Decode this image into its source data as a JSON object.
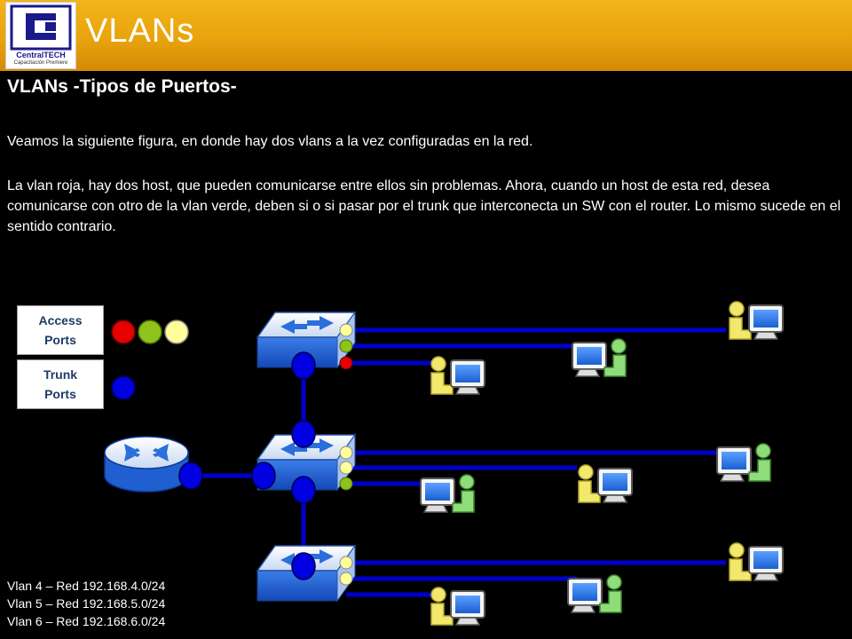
{
  "header": {
    "title": "VLANs",
    "logo_text": "CentralTECH",
    "logo_subtext": "Capacitación Premiere",
    "background_color": "#e9a30d"
  },
  "content": {
    "subtitle": "VLANs -Tipos de Puertos-",
    "paragraph1": "Veamos la siguiente figura, en donde hay dos vlans a la vez configuradas en la red.",
    "paragraph2": "La vlan roja, hay dos host, que pueden comunicarse entre ellos sin problemas. Ahora, cuando un host de esta red, desea comunicarse con otro de la vlan verde, deben si o si pasar por el trunk que interconecta un SW con el router. Lo mismo sucede en el sentido contrario."
  },
  "legend": {
    "access_label": "Access Ports",
    "trunk_label": "Trunk Ports",
    "access_colors": [
      "#e60000",
      "#8fc21a",
      "#ffff99"
    ],
    "trunk_color": "#0000e0"
  },
  "vlans": [
    {
      "label": "Vlan 4 – Red 192.168.4.0/24"
    },
    {
      "label": "Vlan 5 – Red 192.168.5.0/24"
    },
    {
      "label": "Vlan 6 – Red 192.168.6.0/24"
    }
  ],
  "diagram": {
    "link_color": "#0000cc",
    "device_color": "#2a6fdb",
    "pc_colors": {
      "yellow": "#f2e86b",
      "green": "#8fdc7a"
    }
  }
}
